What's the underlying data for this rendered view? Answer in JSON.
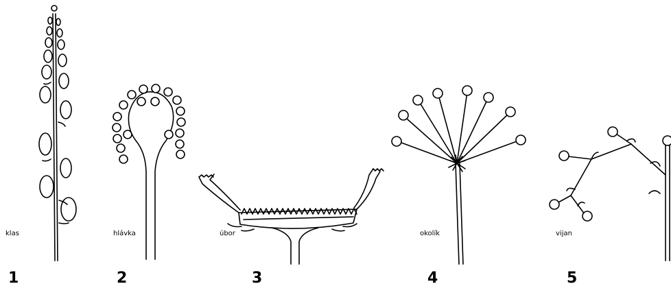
{
  "figures": [
    {
      "number": "1",
      "label": "klas"
    },
    {
      "number": "2",
      "label": "hlávka"
    },
    {
      "number": "3",
      "label": "úbor"
    },
    {
      "number": "4",
      "label": "okolík"
    },
    {
      "number": "5",
      "label": "vijan"
    }
  ]
}
